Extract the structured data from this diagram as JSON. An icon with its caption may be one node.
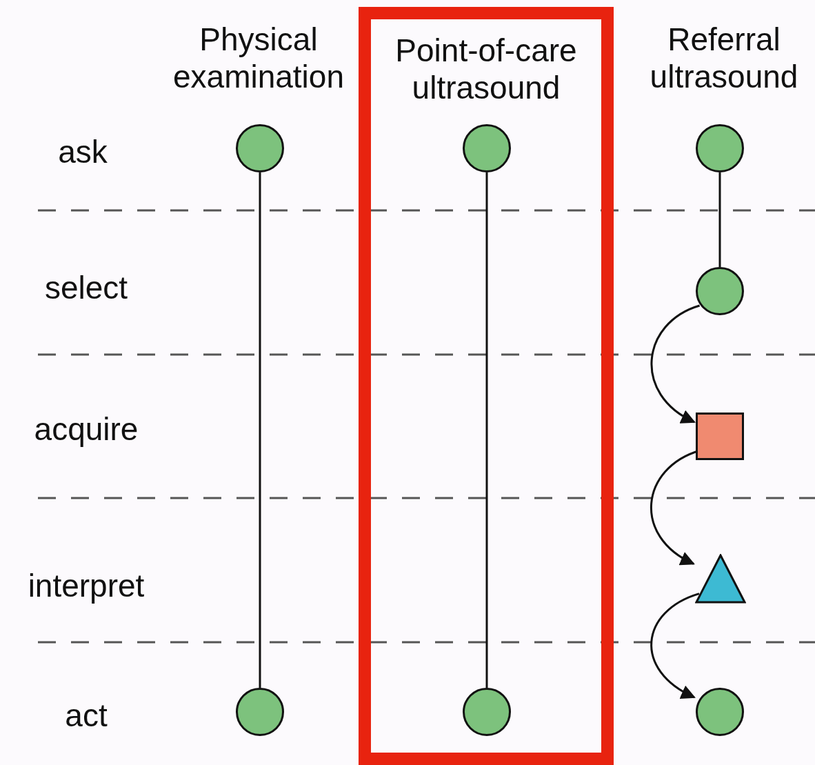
{
  "diagram": {
    "nodes": [
      {
        "text": [],
        "shape": "circle"
      },
      {
        "text": [],
        "shape": "circle"
      },
      {
        "text": [
          "Point-of-care ultrasound"
        ]
      },
      {
        "text": [],
        "shape": "circle",
        "in": 2
      },
      {
        "text": [],
        "shape": "circle",
        "in": 2
      },
      {
        "text": [],
        "shape": "circle"
      },
      {
        "text": [],
        "shape": "circle"
      },
      {
        "text": [],
        "shape": "box"
      },
      {
        "text": [],
        "shape": "triangle"
      },
      {
        "text": [],
        "shape": "circle"
      }
    ],
    "edges": [
      {
        "from": 0,
        "to": 1,
        "arrow": "none"
      },
      {
        "from": 3,
        "to": 4,
        "arrow": "none"
      },
      {
        "from": 5,
        "to": 6,
        "arrow": "none"
      },
      {
        "from": 6,
        "to": 7,
        "arrow": "to"
      },
      {
        "from": 7,
        "to": 8,
        "arrow": "to"
      },
      {
        "from": 8,
        "to": 9,
        "arrow": "to"
      }
    ],
    "labels": [
      "Physical examination",
      "Referral ultrasound",
      "ask",
      "select",
      "acquire",
      "interpret",
      "act"
    ]
  }
}
